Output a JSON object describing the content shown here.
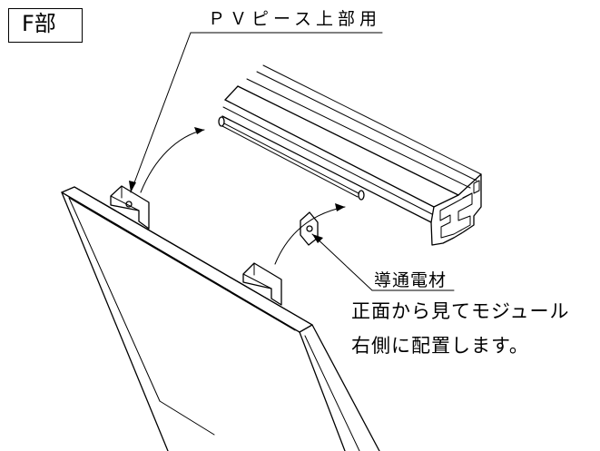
{
  "section": {
    "label": "F部"
  },
  "callouts": {
    "part": "ＰＶピース上部用",
    "material": "導通電材",
    "note_line_1": "正面から見てモジュール",
    "note_line_2": "右側に配置します。"
  },
  "colors": {
    "line": "#000000",
    "background": "#ffffff"
  }
}
